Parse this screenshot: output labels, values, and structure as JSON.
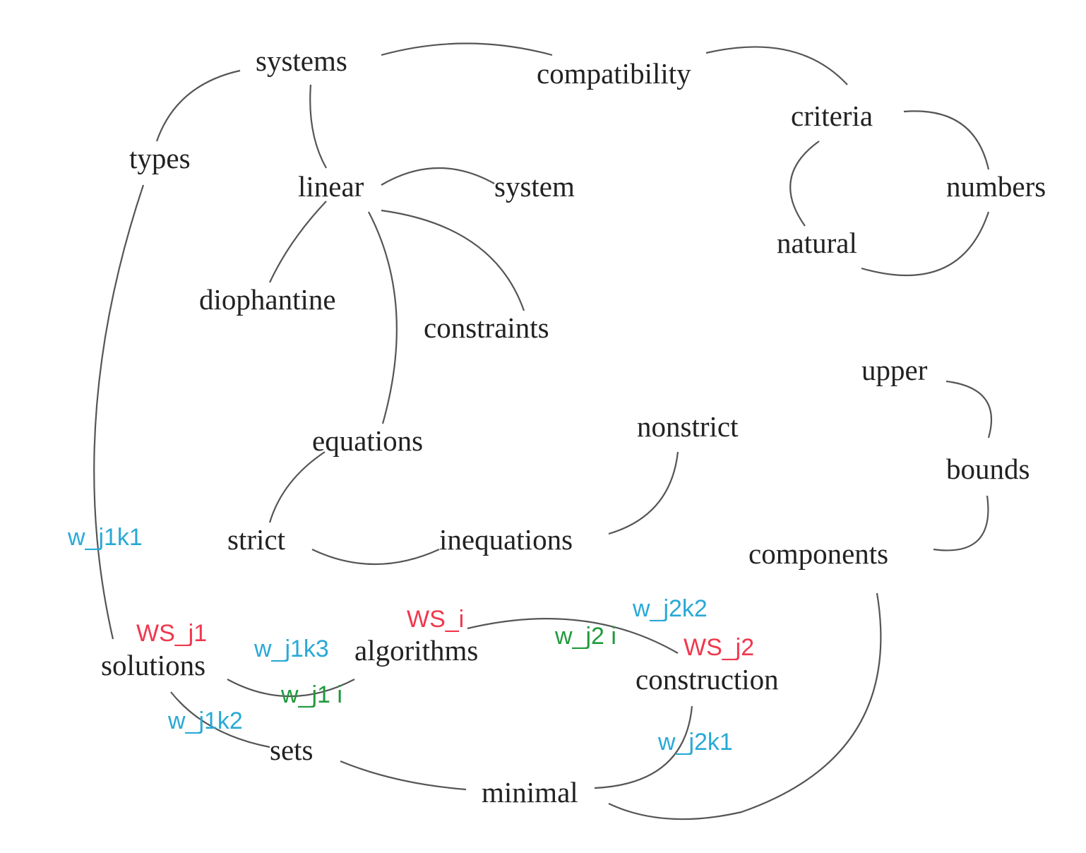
{
  "nodes": [
    "systems",
    "compatibility",
    "criteria",
    "types",
    "linear",
    "system",
    "numbers",
    "natural",
    "diophantine",
    "constraints",
    "upper",
    "nonstrict",
    "equations",
    "bounds",
    "strict",
    "inequations",
    "components",
    "solutions",
    "algorithms",
    "construction",
    "sets",
    "minimal"
  ],
  "annotations": [
    "w_j1k1",
    "WS_j1",
    "w_j1k3",
    "WS_i",
    "w_j2k2",
    "w_j2 i",
    "WS_j2",
    "w_j1 i",
    "w_j1k2",
    "w_j2k1"
  ],
  "colors": {
    "weight_label": "#29a9d6",
    "ws_label": "#f0384d",
    "wi_label": "#1f9a3d",
    "edge": "#555555",
    "word": "#222222"
  }
}
